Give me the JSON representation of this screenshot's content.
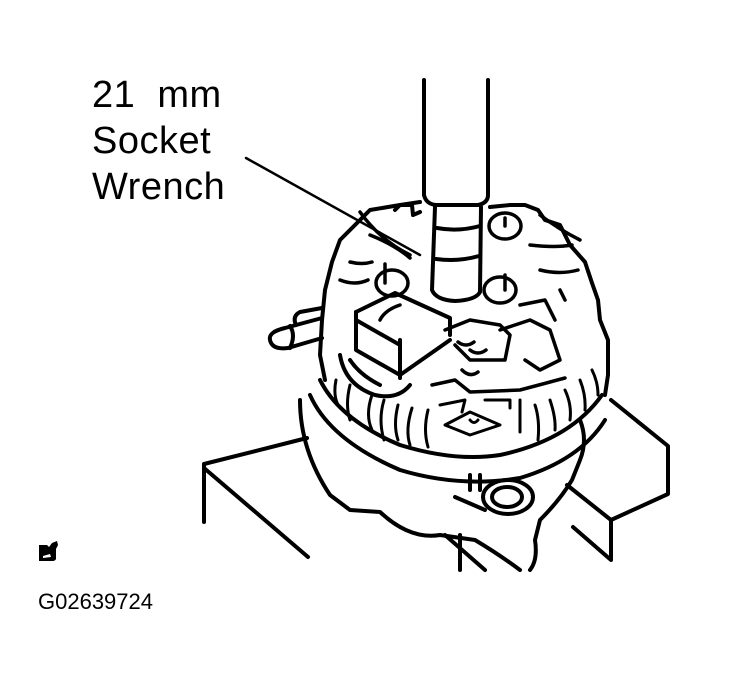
{
  "figure": {
    "callout": {
      "lines": [
        "21  mm",
        "Socket",
        "Wrench"
      ]
    },
    "figure_id": "G02639724",
    "logo_icon": "publisher-logo-icon",
    "colors": {
      "ink": "#000000",
      "paper": "#ffffff"
    }
  }
}
